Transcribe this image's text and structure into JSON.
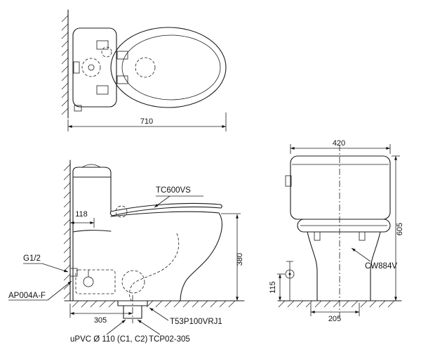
{
  "title": "toilet-installation-technical-drawing",
  "views": {
    "top": {
      "dim_width": "710"
    },
    "side": {
      "dim_setback": "118",
      "dim_seat_height": "380",
      "dim_drain_offset": "305",
      "label_seat": "TC600VS",
      "label_supply": "G1/2",
      "label_fitting": "AP004A-F",
      "label_flange": "T53P100VRJ1",
      "label_pipe": "TCP02-305",
      "label_drain": "uPVC Ø 110 (C1, C2)"
    },
    "rear": {
      "dim_width": "420",
      "dim_height": "605",
      "dim_valve_height": "115",
      "dim_offset": "205",
      "label_bowl": "CW884V"
    }
  },
  "colors": {
    "line": "#1a1a1a",
    "background": "#ffffff"
  }
}
